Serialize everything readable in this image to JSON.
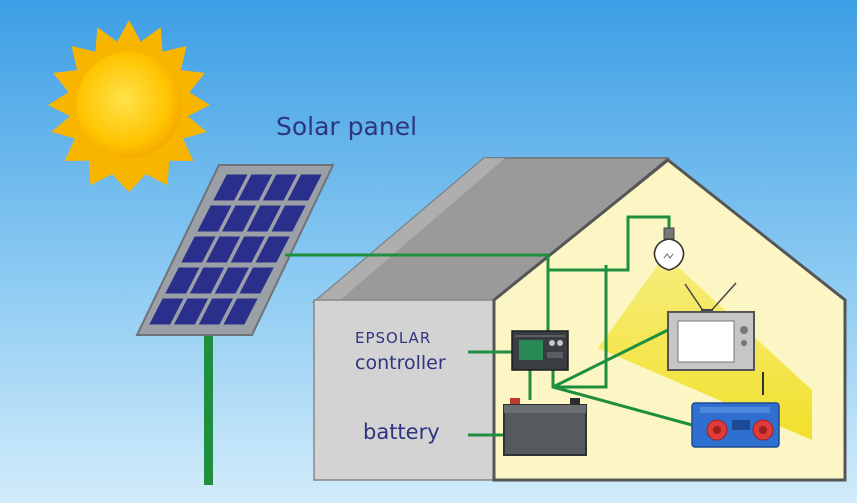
{
  "labels": {
    "solar_panel": "Solar panel",
    "controller_brand": "EPSOLAR",
    "controller": "controller",
    "battery": "battery"
  },
  "colors": {
    "sky_top": "#3c9ee4",
    "sky_bottom": "#d2ecfa",
    "label_text": "#2e3580",
    "wire": "#1f8e3f",
    "sun": "#f7b500",
    "panel_cell": "#2a2f8c",
    "room_light": "#fbf6c4",
    "light_beam": "#f3e53a",
    "roof": "#8e8e8e",
    "wall": "#d2d2d2",
    "radio": "#2f6fd0"
  },
  "icons": [
    "sun-icon",
    "solar-panel-icon",
    "house-icon",
    "light-bulb-icon",
    "controller-icon",
    "battery-icon",
    "tv-icon",
    "radio-icon"
  ]
}
